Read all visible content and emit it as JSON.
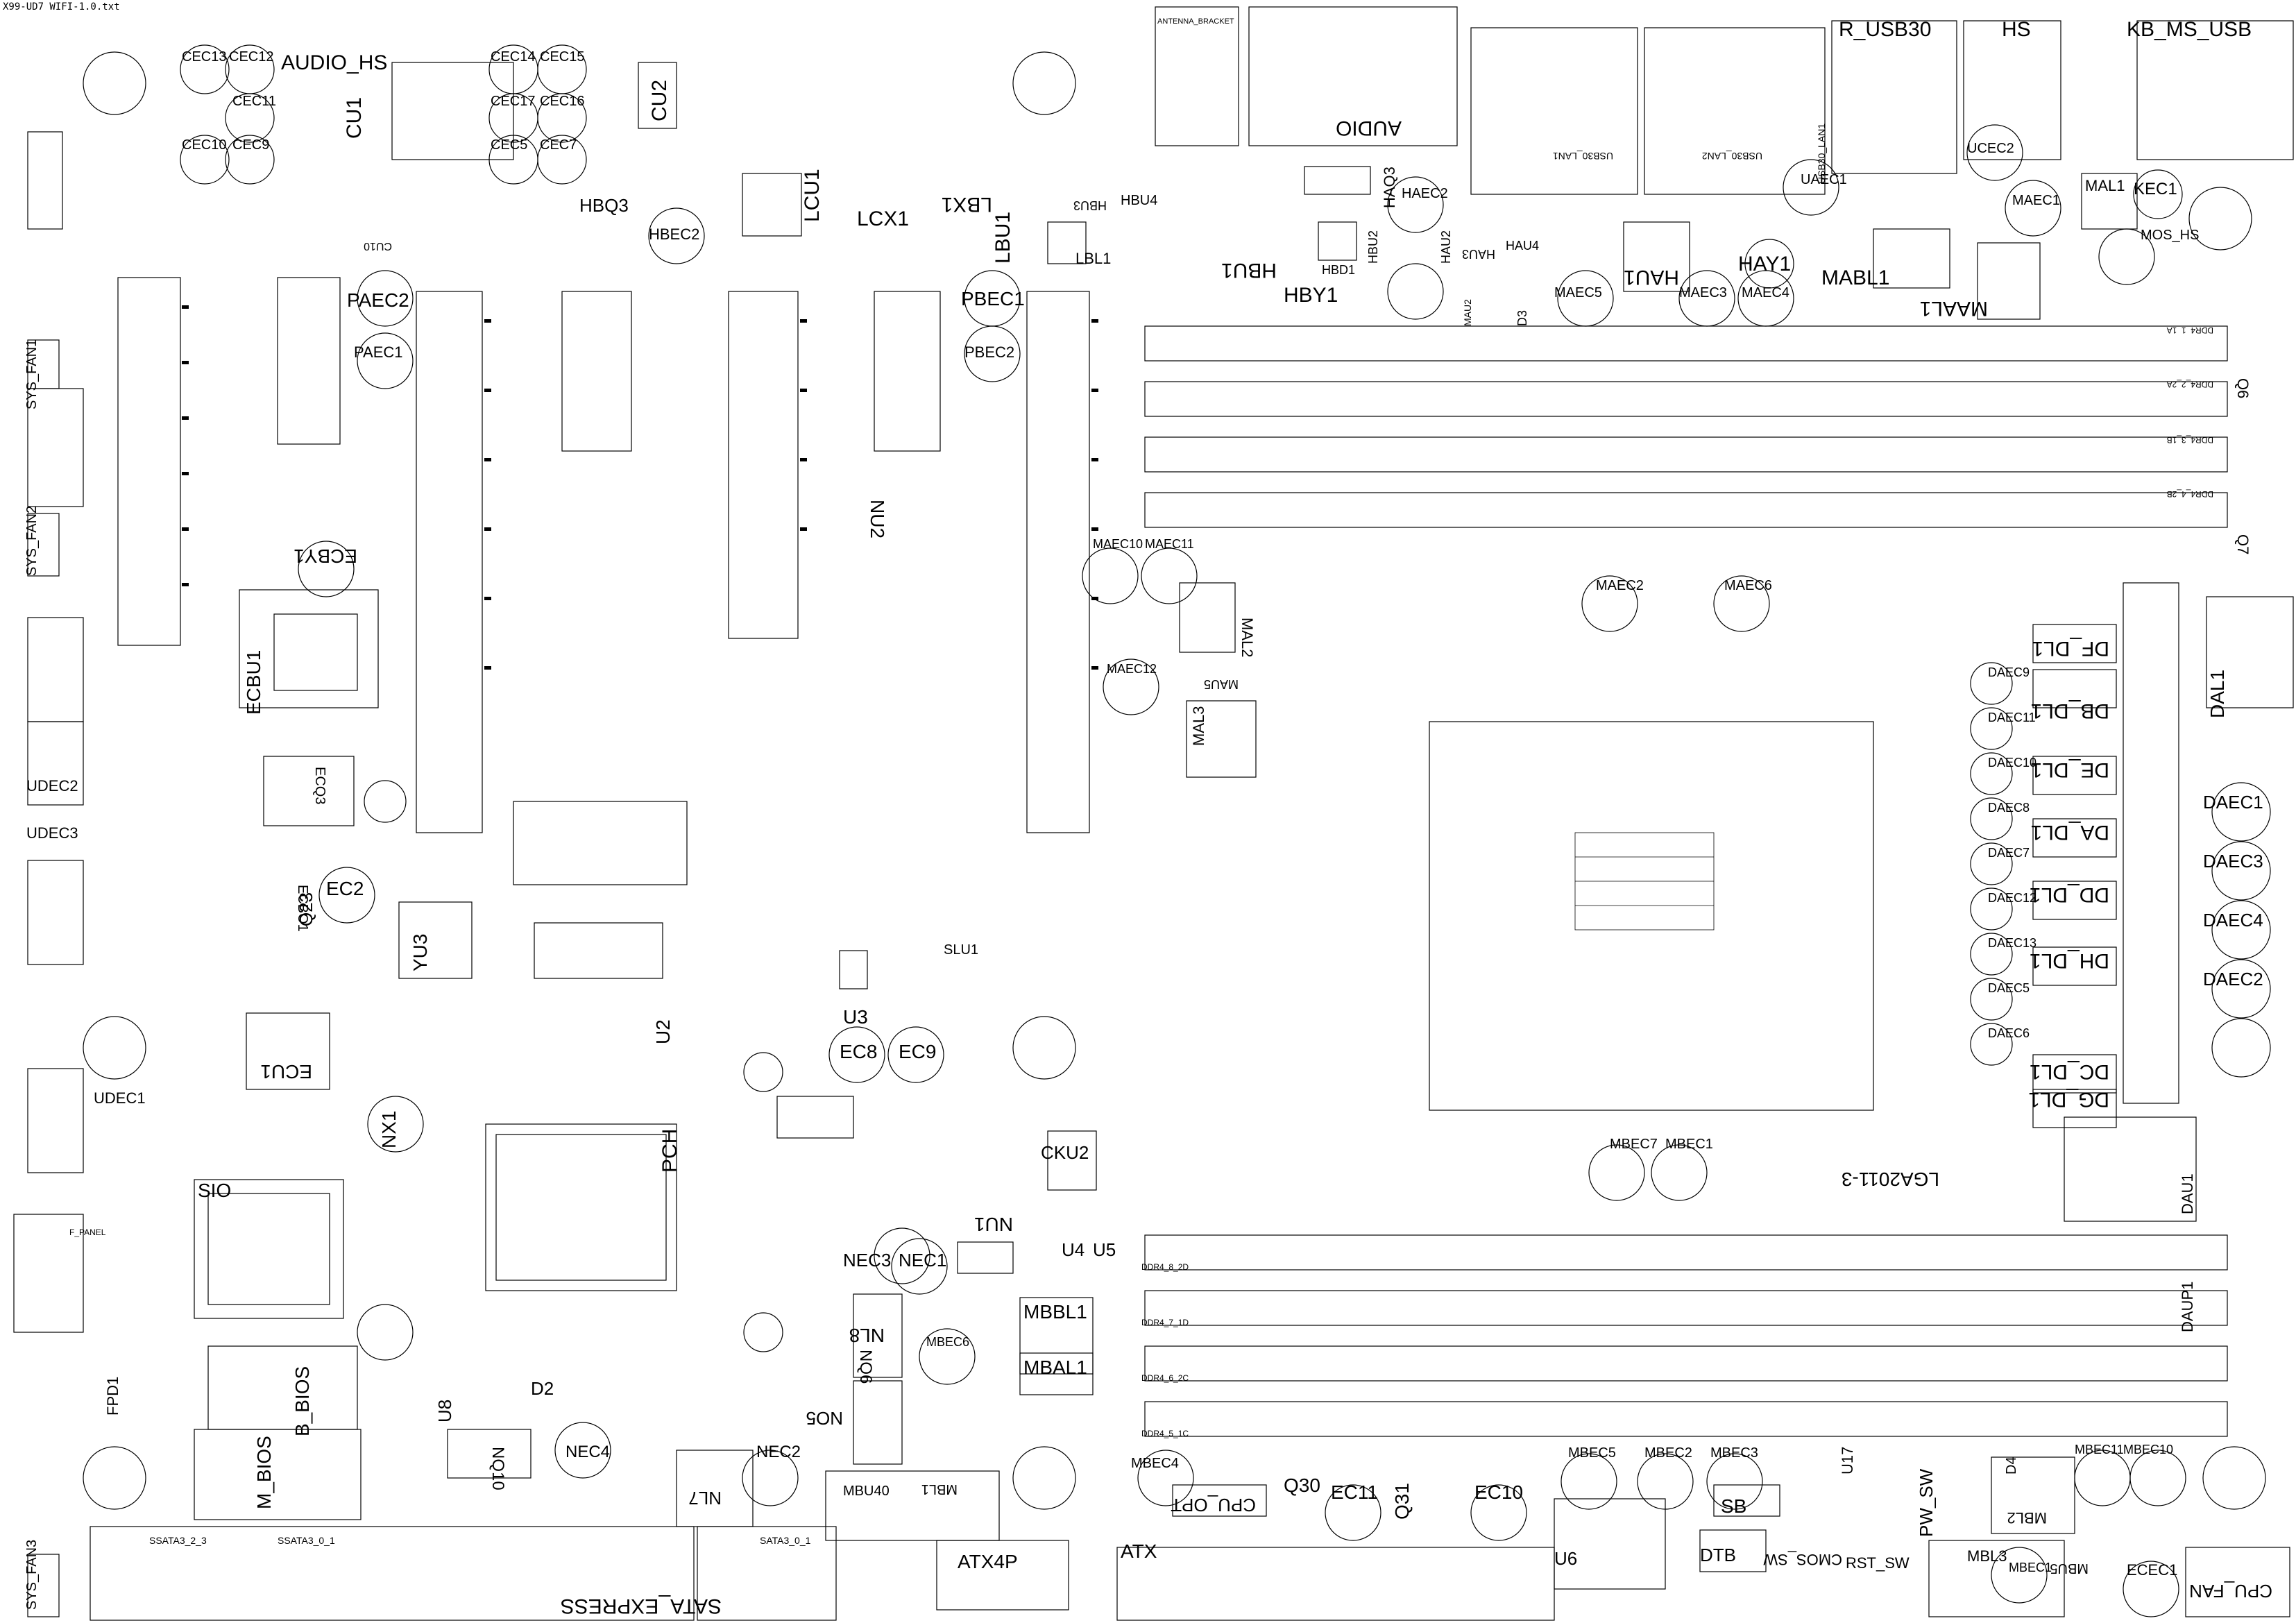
{
  "file_title": "X99-UD7 WIFI-1.0.txt",
  "big_labels": {
    "audio": "AUDIO",
    "r_usb30": "R_USB30",
    "hs": "HS",
    "kb_ms_usb": "KB_MS_USB",
    "audio_hs": "AUDIO_HS",
    "cu1": "CU1",
    "cu2": "CU2",
    "lcu1": "LCU1",
    "lcx1": "LCX1",
    "lbx1": "LBX1",
    "lbl1": "LBL1",
    "lbu1": "LBU1",
    "hbq3": "HBQ3",
    "hbec2": "HBEC2",
    "paec2": "PAEC2",
    "paec1": "PAEC1",
    "pbec1": "PBEC1",
    "pbec2": "PBEC2",
    "hbu1": "HBU1",
    "hby1": "HBY1",
    "hbd1": "HBD1",
    "haq3": "HAQ3",
    "haec2": "HAEC2",
    "hau1": "HAU1",
    "hay1": "HAY1",
    "mabl1": "MABL1",
    "maal1": "MAAL1",
    "mal1": "MAL1",
    "kec1": "KEC1",
    "maec1": "MAEC1",
    "uaec1": "UAEC1",
    "ucec2": "UCEC2",
    "mos_hs": "MOS_HS",
    "ecby1": "ECBY1",
    "ecbu1": "ECBU1",
    "ecq3": "ECQ3",
    "ecbo1": "ECBO1",
    "q23": "Q23",
    "ec2": "EC2",
    "yu3": "YU3",
    "ecu1": "ECU1",
    "nx1": "NX1",
    "sio": "SIO",
    "pch": "PCH",
    "u2": "U2",
    "u3": "U3",
    "ec8": "EC8",
    "ec9": "EC9",
    "slu1": "SLU1",
    "cku2": "CKU2",
    "nu1": "NU1",
    "nu2": "NU2",
    "nec3": "NEC3",
    "nec1": "NEC1",
    "u4": "U4",
    "u5": "U5",
    "nl8": "NL8",
    "mbec6": "MBEC6",
    "mbbl1": "MBBL1",
    "mbal1": "MBAL1",
    "nq6": "NQ6",
    "no5": "NO5",
    "nec2": "NEC2",
    "nl7": "NL7",
    "mbu40": "MBU40",
    "mbl1": "MBL1",
    "nec4": "NEC4",
    "nq10": "NQ10",
    "u8": "U8",
    "d2": "D2",
    "b_bios": "B_BIOS",
    "m_bios": "M_BIOS",
    "fpd1": "FPD1",
    "udec1": "UDEC1",
    "udec2": "UDEC2",
    "udec3": "UDEC3",
    "sys_fan1": "SYS_FAN1",
    "sys_fan2": "SYS_FAN2",
    "sys_fan3": "SYS_FAN3",
    "maec2": "MAEC2",
    "maec6": "MAEC6",
    "maec5": "MAEC5",
    "maec3": "MAEC3",
    "maec4": "MAEC4",
    "mal2": "MAL2",
    "mau5": "MAU5",
    "mal3": "MAL3",
    "maec12": "MAEC12",
    "maec10": "MAEC10",
    "maec11": "MAEC11",
    "lga2011": "LGA2011-3",
    "mbec7": "MBEC7",
    "mbec1": "MBEC1",
    "dal1": "DAL1",
    "dau1": "DAU1",
    "daup1": "DAUP1",
    "df_dl1": "DF_DL1",
    "db_dl1": "DB_DL1",
    "de_dl1": "DE_DL1",
    "da_dl1": "DA_DL1",
    "dd_dl1": "DD_DL1",
    "dh_dl1": "DH_DL1",
    "dc_dl1": "DC_DL1",
    "dg_dl1": "DG_DL1",
    "daec9": "DAEC9",
    "daec11": "DAEC11",
    "daec10": "DAEC10",
    "daec8": "DAEC8",
    "daec7": "DAEC7",
    "daec12": "DAEC12",
    "daec13": "DAEC13",
    "daec5": "DAEC5",
    "daec6": "DAEC6",
    "daec1": "DAEC1",
    "daec3": "DAEC3",
    "daec4": "DAEC4",
    "daec2": "DAEC2",
    "mbec4": "MBEC4",
    "q30": "Q30",
    "ec11": "EC11",
    "q31": "Q31",
    "ec10": "EC10",
    "cpu_opt": "CPU_OPT",
    "u6": "U6",
    "mbec5": "MBEC5",
    "mbec2": "MBEC2",
    "mbec3": "MBEC3",
    "u17": "U17",
    "sb": "SB",
    "pw_sw": "PW_SW",
    "mbl2": "MBL2",
    "mbl3": "MBL3",
    "mbec11": "MBEC11",
    "mbec10": "MBEC10",
    "d4": "D4",
    "dtb": "DTB",
    "cmos_sw": "CMOS_SW",
    "rst_sw": "RST_SW",
    "mbu5": "MBU5",
    "ecec1": "ECEC1",
    "cpu_fan": "CPU_FAN",
    "mbec1b": "MBEC1",
    "atx": "ATX",
    "atx4p": "ATX4P",
    "sata_express": "SATA_EXPRESS",
    "ssata3_2_3": "SSATA3_2_3",
    "ssata3_0_1": "SSATA3_0_1",
    "sata3_0_1": "SATA3_0_1",
    "cec13": "CEC13",
    "cec12": "CEC12",
    "cec11": "CEC11",
    "cec10": "CEC10",
    "cec9": "CEC9",
    "cec14": "CEC14",
    "cec15": "CEC15",
    "cec17": "CEC17",
    "cec16": "CEC16",
    "cec5": "CEC5",
    "cec7": "CEC7",
    "hbu4": "HBU4",
    "hbu3": "HBU3",
    "hau2": "HAU2",
    "hau3": "HAU3",
    "hau4": "HAU4",
    "hbu2": "HBU2",
    "q6": "Q6",
    "q7": "Q7",
    "usb30_lan1": "USB30_LAN1",
    "usb30_lan2": "USB30_LAN2",
    "antenna": "ANTENNA_BRACKET",
    "fpanel": "F_PANEL",
    "d3": "D3",
    "mau2": "MAU2",
    "cu10": "CU10",
    "ddr4_8": "DDR4_8_2D",
    "ddr4_7": "DDR4_7_1D",
    "ddr4_6": "DDR4_6_2C",
    "ddr4_5": "DDR4_5_1C",
    "ddr4_1a": "DDR4_1_1A",
    "ddr4_2a": "DDR4_2_2A",
    "ddr4_3b": "DDR4_3_1B",
    "ddr4_4b": "DDR4_4_2B"
  }
}
